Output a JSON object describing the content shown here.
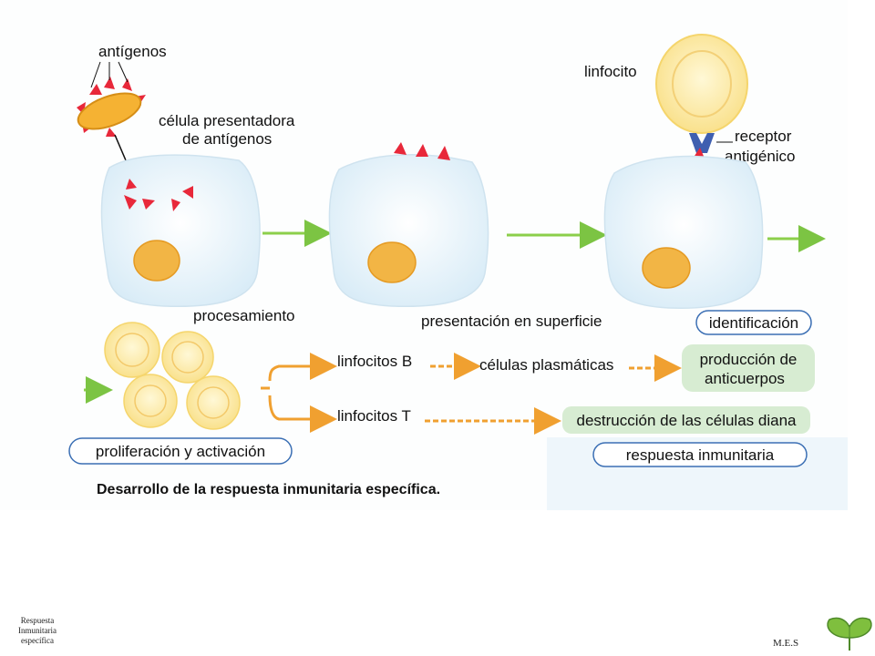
{
  "diagram": {
    "labels": {
      "antigens": "antígenos",
      "apc_line1": "célula presentadora",
      "apc_line2": "de antígenos",
      "lymphocyte": "linfocito",
      "receptor_line1": "receptor",
      "receptor_line2": "antigénico",
      "processing": "procesamiento",
      "surface_presentation": "presentación en superficie",
      "identification": "identificación",
      "b_lymphocytes": "linfocitos B",
      "plasma_cells": "células plasmáticas",
      "antibody_line1": "producción de",
      "antibody_line2": "anticuerpos",
      "t_lymphocytes": "linfocitos T",
      "target_destruction": "destrucción de las células diana",
      "immune_response": "respuesta inmunitaria",
      "proliferation": "proliferación y activación",
      "caption": "Desarrollo de la respuesta inmunitaria específica."
    },
    "colors": {
      "cell_fill": "#e6f3fb",
      "nucleus": "#f2b545",
      "antigen": "#e8283a",
      "lymphocyte": "#fde9a0",
      "green_arrow": "#8ccf4b",
      "orange_arrow": "#f2a93b",
      "box_blue_border": "#3b6fb4",
      "box_green_fill": "#d7ecd2"
    }
  },
  "footer": {
    "left_line1": "Respuesta",
    "left_line2": "Inmunitaria",
    "left_line3": "específica",
    "right": "M.E.S"
  }
}
